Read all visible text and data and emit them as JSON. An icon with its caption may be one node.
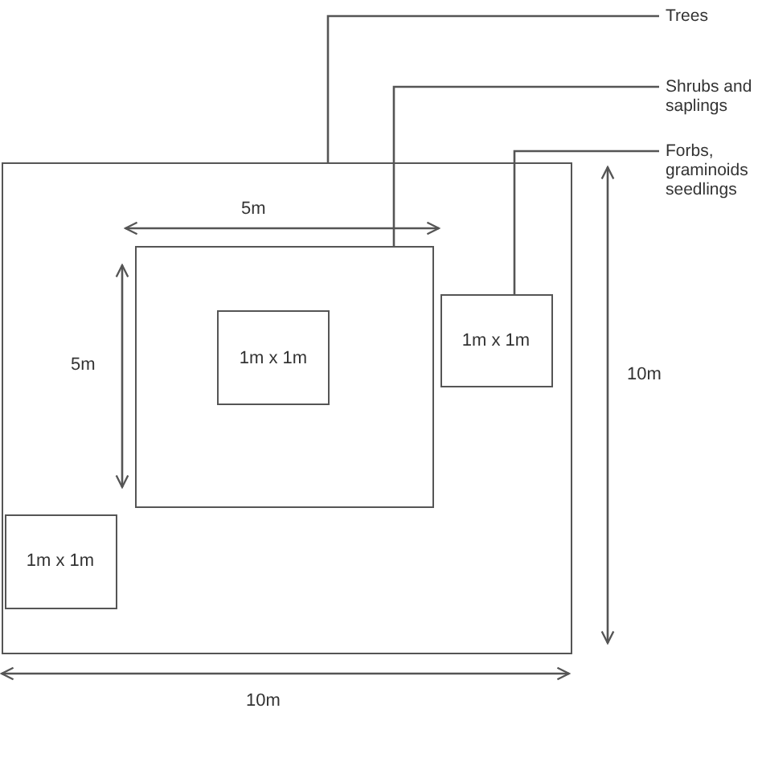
{
  "diagram": {
    "nodes": [
      {
        "text": [],
        "shape": "box"
      },
      {
        "text": [],
        "shape": "box",
        "in": 0
      },
      {
        "text": [
          "1m x 1m"
        ],
        "in": 1
      },
      {
        "text": [
          "1m x 1m"
        ],
        "in": 0
      },
      {
        "text": [
          "1m x 1m"
        ],
        "in": 0
      },
      {
        "text": [
          "Trees"
        ]
      },
      {
        "text": [
          "Shrubs and saplings"
        ]
      },
      {
        "text": [
          "Forbs, graminoids seedlings"
        ]
      }
    ],
    "edges": [
      {
        "from": 5,
        "to": 0,
        "arrow": "none"
      },
      {
        "from": 6,
        "to": 1,
        "arrow": "none"
      },
      {
        "from": 7,
        "to": 3,
        "arrow": "none"
      }
    ],
    "labels": [
      "5m",
      "5m",
      "10m",
      "10m"
    ]
  }
}
